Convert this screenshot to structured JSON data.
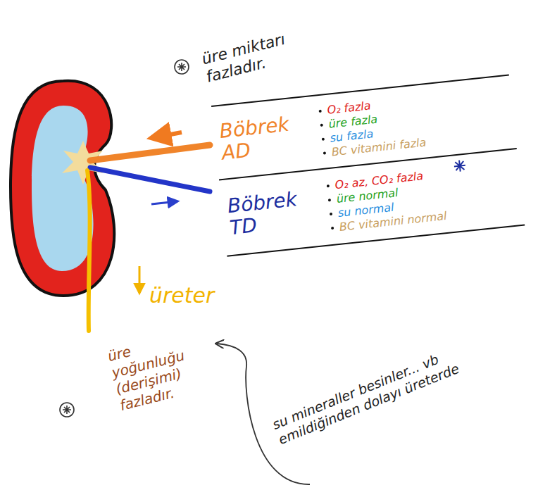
{
  "diagram": {
    "nodes": [
      {
        "text": [
          "Böbrek AD",
          "O₂ fazla",
          "üre fazla",
          "su fazla",
          "BC vitamini fazla"
        ]
      },
      {
        "text": [
          "Böbrek TD",
          "O₂ az, CO₂ fazla",
          "üre normal",
          "su normal",
          "BC vitamini normal"
        ]
      }
    ],
    "labels": [
      "üre miktarı fazladır.",
      "üreter",
      "üre yoğunluğu (derişimi) fazladır.",
      "su mineraller besinler... vb emildiğinden dolayı üreterde"
    ]
  }
}
